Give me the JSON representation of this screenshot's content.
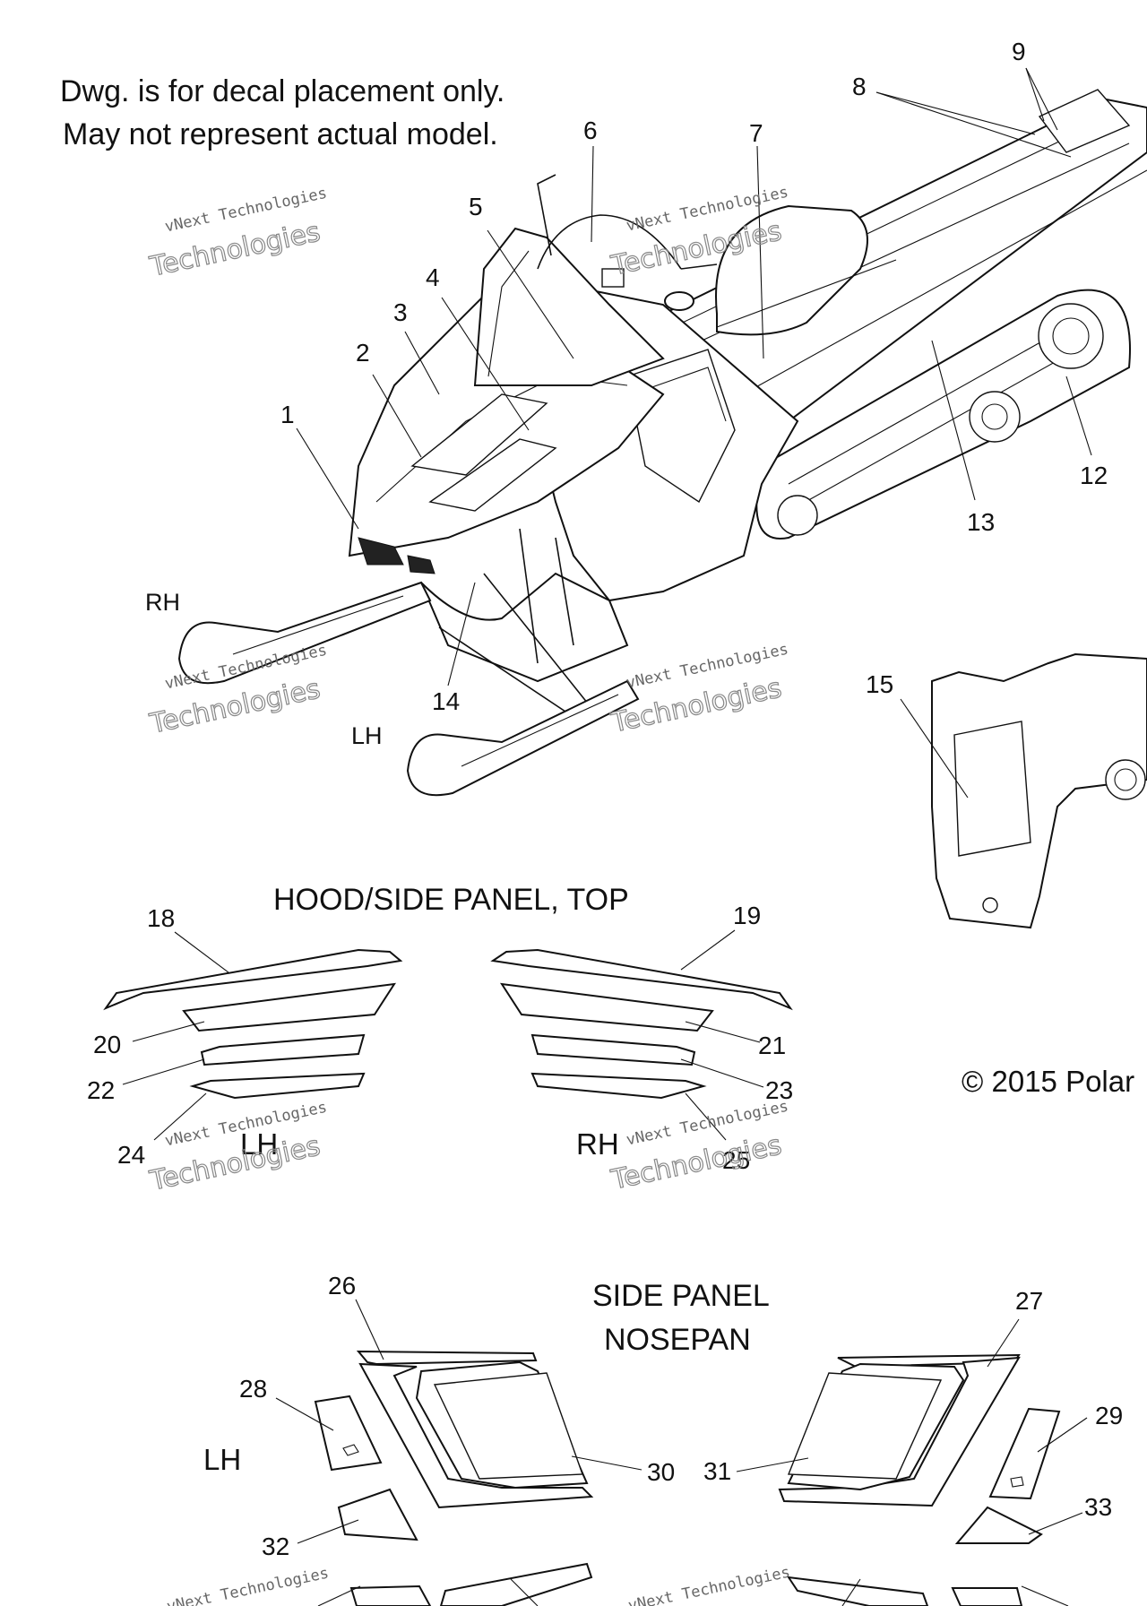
{
  "notes": [
    "Dwg. is for decal placement only.",
    "May not represent actual model."
  ],
  "sections": {
    "hood_side_panel_top": "HOOD/SIDE PANEL, TOP",
    "side_panel": "SIDE PANEL",
    "nosepan": "NOSEPAN"
  },
  "side_labels": {
    "rh_upper": "RH",
    "lh_upper": "LH",
    "lh_mid": "LH",
    "rh_mid": "RH",
    "lh_lower": "LH"
  },
  "copyright": "© 2015 Polar",
  "watermark": {
    "line1": "vNext Technologies",
    "line2": "Technologies"
  },
  "callouts": {
    "c1": "1",
    "c2": "2",
    "c3": "3",
    "c4": "4",
    "c5": "5",
    "c6": "6",
    "c7": "7",
    "c8": "8",
    "c9": "9",
    "c12": "12",
    "c13": "13",
    "c14": "14",
    "c15": "15",
    "c18": "18",
    "c19": "19",
    "c20": "20",
    "c21": "21",
    "c22": "22",
    "c23": "23",
    "c24": "24",
    "c25": "25",
    "c26": "26",
    "c27": "27",
    "c28": "28",
    "c29": "29",
    "c30": "30",
    "c31": "31",
    "c32": "32",
    "c33": "33"
  }
}
